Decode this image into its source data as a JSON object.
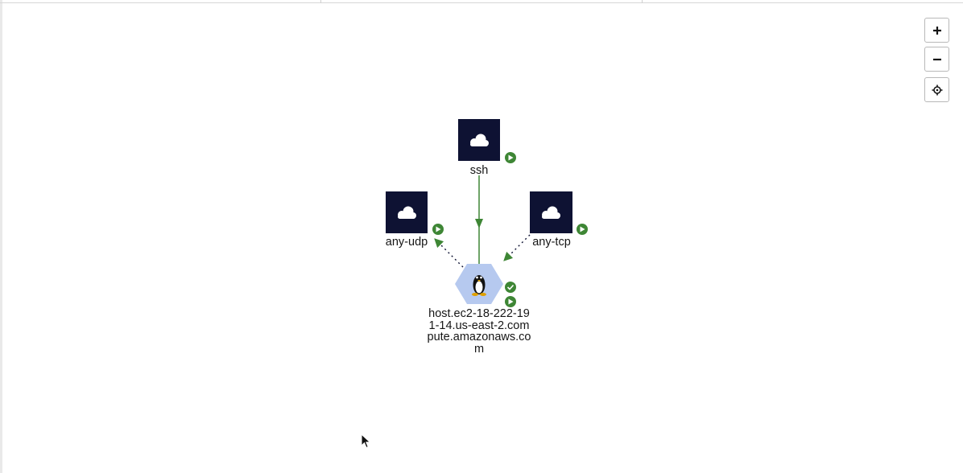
{
  "topology": {
    "nodes": {
      "ssh": {
        "label": "ssh",
        "icon": "cloud-icon",
        "status": "running"
      },
      "any_udp": {
        "label": "any-udp",
        "icon": "cloud-icon",
        "status": "running"
      },
      "any_tcp": {
        "label": "any-tcp",
        "icon": "cloud-icon",
        "status": "running"
      },
      "host": {
        "label": "host.ec2-18-222-191-14.us-east-2.compute.amazonaws.com",
        "icon": "linux-tux-icon",
        "status_badges": [
          "healthy-check",
          "running"
        ]
      }
    }
  },
  "controls": {
    "zoom_in": {
      "icon": "plus-icon"
    },
    "zoom_out": {
      "icon": "minus-icon"
    },
    "reset_view": {
      "icon": "crosshair-icon"
    }
  },
  "colors": {
    "service_node": "#0e1233",
    "host_node": "#b6c9ef",
    "edge": "#3e8635",
    "status_badge": "#3e8635"
  }
}
